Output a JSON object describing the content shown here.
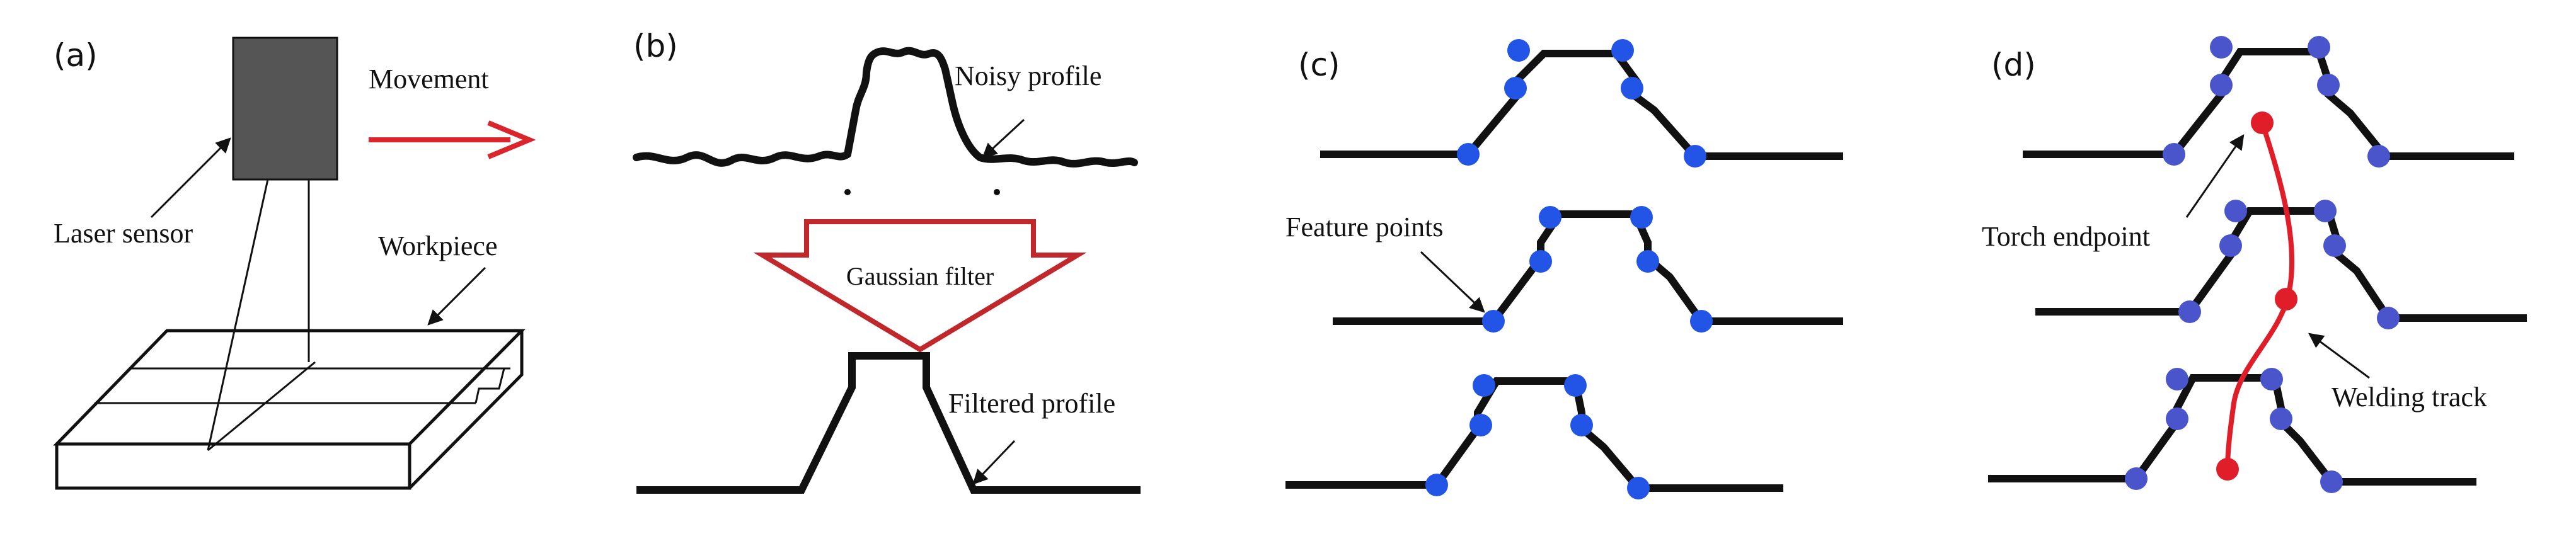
{
  "colors": {
    "ink": "#111111",
    "sensor": "#555555",
    "movement_arrow": "#d9252b",
    "feature_point": "#2255e6",
    "track": "#e01e2a",
    "filter_outline": "#c0282c"
  },
  "panels": {
    "a": {
      "label": "(a)",
      "movement": "Movement",
      "laser_sensor": "Laser sensor",
      "workpiece": "Workpiece"
    },
    "b": {
      "label": "(b)",
      "noisy_profile": "Noisy profile",
      "gaussian_filter": "Gaussian filter",
      "filtered_profile": "Filtered profile"
    },
    "c": {
      "label": "(c)",
      "feature_points": "Feature points"
    },
    "d": {
      "label": "(d)",
      "torch_endpoint": "Torch endpoint",
      "welding_track": "Welding track"
    }
  }
}
